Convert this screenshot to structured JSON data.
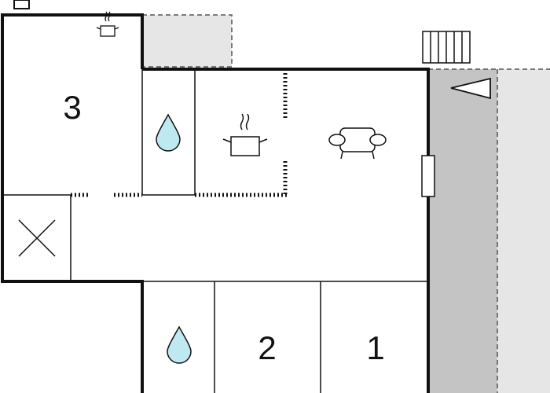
{
  "rooms": [
    {
      "id": "room-3",
      "label": "3"
    },
    {
      "id": "room-2",
      "label": "2"
    },
    {
      "id": "room-1",
      "label": "1"
    }
  ],
  "fixtures": {
    "water_icon_color": "#bfe9f0",
    "icons": [
      "stove-pot-icon",
      "water-drop-icon",
      "sofa-icon",
      "stairs-icon",
      "triangle-marker-icon",
      "heater-icon"
    ]
  },
  "colors": {
    "wall": "#111111",
    "outdoor_light": "#e6e6e6",
    "outdoor_dark": "#c4c4c4",
    "dashed_outline": "#555555"
  }
}
